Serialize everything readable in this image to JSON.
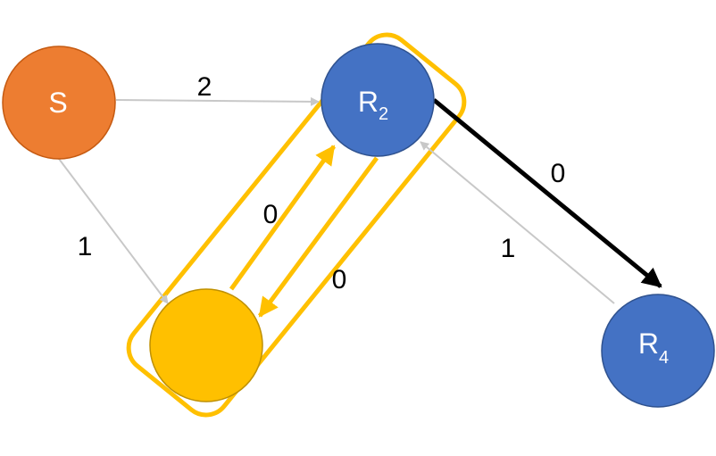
{
  "colors": {
    "source": "#ED7D31",
    "relay": "#4472C4",
    "highlight": "#FFC000",
    "gray_edge": "#C8C8C8",
    "black_edge": "#000000"
  },
  "nodes": {
    "s": {
      "label": "S",
      "sub": ""
    },
    "r2": {
      "label": "R",
      "sub": "2"
    },
    "yellow": {
      "label": "",
      "sub": ""
    },
    "r4": {
      "label": "R",
      "sub": "4"
    }
  },
  "edges": {
    "s_to_r2": "2",
    "s_to_yellow": "1",
    "yellow_to_r2": "0",
    "r2_to_yellow": "0",
    "r2_to_r4": "0",
    "r4_to_r2": "1"
  }
}
